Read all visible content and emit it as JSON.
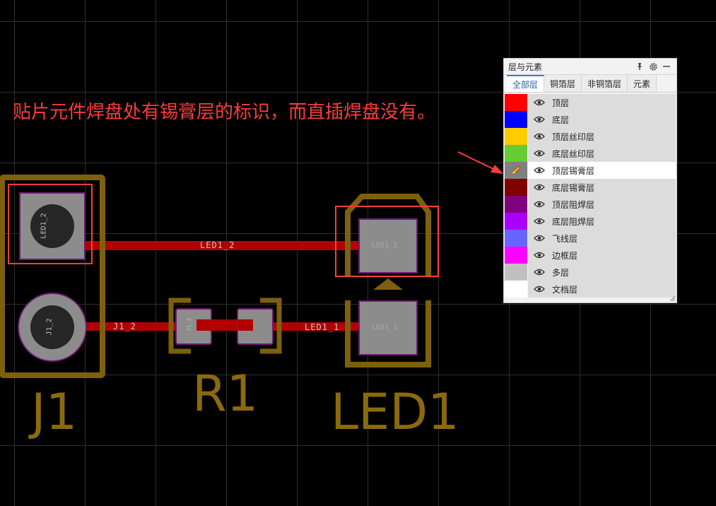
{
  "annotation": "贴片元件焊盘处有锡膏层的标识，而直插焊盘没有。",
  "pcb": {
    "designators": {
      "j1": "J1",
      "r1": "R1",
      "led1": "LED1"
    },
    "nets": {
      "led1_2": "LED1_2",
      "j1_2": "J1_2",
      "led1_1": "LED1_1"
    },
    "pad_labels": {
      "j1_pad_top": "LED1_2",
      "j1_pad_bottom": "J1_2",
      "r1_pad_left": "J1_2",
      "led1_pad_top": "LED1_2",
      "led1_pad_bottom": "LED1_1"
    },
    "colors": {
      "silkscreen": "#7d600b",
      "trace": "#b20000",
      "pad": "#8c8c8c",
      "highlight": "#ff3b3b",
      "outline": "#6f1a6f"
    }
  },
  "panel": {
    "title": "层与元素",
    "title_icons": [
      "pin-icon",
      "gear-icon",
      "minimize-icon"
    ],
    "tabs": [
      {
        "label": "全部层",
        "active": true
      },
      {
        "label": "铜箔层",
        "active": false
      },
      {
        "label": "非铜箔层",
        "active": false
      },
      {
        "label": "元素",
        "active": false
      }
    ],
    "layers": [
      {
        "name": "顶层",
        "color": "#ff0000"
      },
      {
        "name": "底层",
        "color": "#0000ff"
      },
      {
        "name": "顶层丝印层",
        "color": "#ffcc00"
      },
      {
        "name": "底层丝印层",
        "color": "#66cc33"
      },
      {
        "name": "顶层锡膏层",
        "color": "#808080",
        "current": true
      },
      {
        "name": "底层锡膏层",
        "color": "#800000"
      },
      {
        "name": "顶层阻焊层",
        "color": "#800080"
      },
      {
        "name": "底层阻焊层",
        "color": "#aa00ff"
      },
      {
        "name": "飞线层",
        "color": "#6666ff"
      },
      {
        "name": "边框层",
        "color": "#ff00ff"
      },
      {
        "name": "多层",
        "color": "#c0c0c0"
      },
      {
        "name": "文档层",
        "color": "#ffffff"
      }
    ]
  }
}
